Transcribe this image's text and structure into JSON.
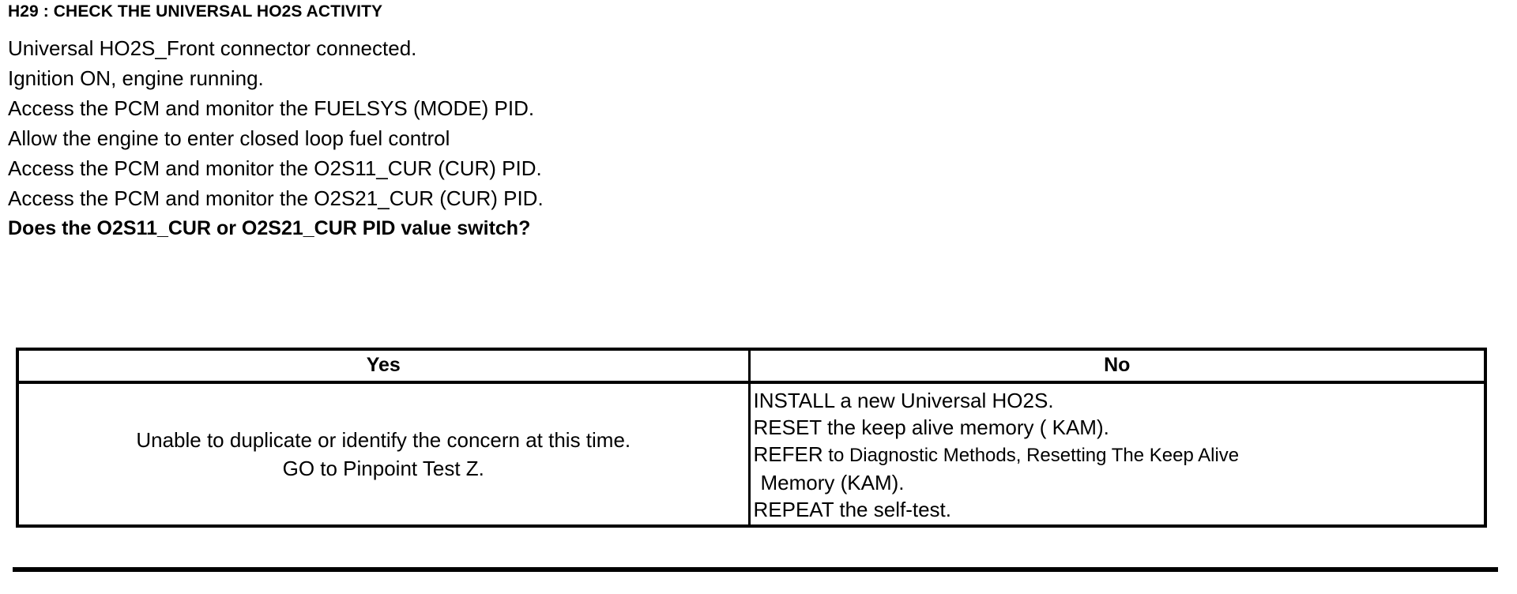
{
  "document": {
    "step_title": "H29 : CHECK THE UNIVERSAL HO2S ACTIVITY",
    "instructions": [
      {
        "text": "Universal HO2S_Front connector connected.",
        "bold": false
      },
      {
        "text": "Ignition ON, engine running.",
        "bold": false
      },
      {
        "text": "Access the PCM and monitor the  FUELSYS (MODE) PID.",
        "bold": false
      },
      {
        "text": "Allow the engine to enter closed loop fuel control",
        "bold": false
      },
      {
        "text": "Access the PCM and monitor the  O2S11_CUR (CUR) PID.",
        "bold": false
      },
      {
        "text": "Access the PCM and monitor the  O2S21_CUR (CUR) PID.",
        "bold": false
      },
      {
        "text": "Does the O2S11_CUR or O2S21_CUR  PID value switch?",
        "bold": true
      }
    ],
    "decision_table": {
      "headers": {
        "yes": "Yes",
        "no": "No"
      },
      "yes_cell": {
        "lines": [
          "Unable to duplicate or identify the concern at this time.",
          "GO to Pinpoint Test Z."
        ]
      },
      "no_cell": {
        "lines": [
          {
            "lead": "INSTALL",
            "rest": " a new Universal HO2S.",
            "small": false,
            "indent": false
          },
          {
            "lead": "RESET",
            "rest": " the keep alive memory ( KAM).",
            "small": false,
            "indent": false
          },
          {
            "lead": "REFER",
            "rest": " to Diagnostic Methods, Resetting The Keep Alive",
            "small": true,
            "indent": false
          },
          {
            "lead": "",
            "rest": "Memory (KAM).",
            "small": false,
            "indent": true
          },
          {
            "lead": "REPEAT",
            "rest": " the self-test.",
            "small": false,
            "indent": false
          }
        ]
      }
    },
    "colors": {
      "ink": "#000000",
      "paper": "#ffffff"
    }
  }
}
